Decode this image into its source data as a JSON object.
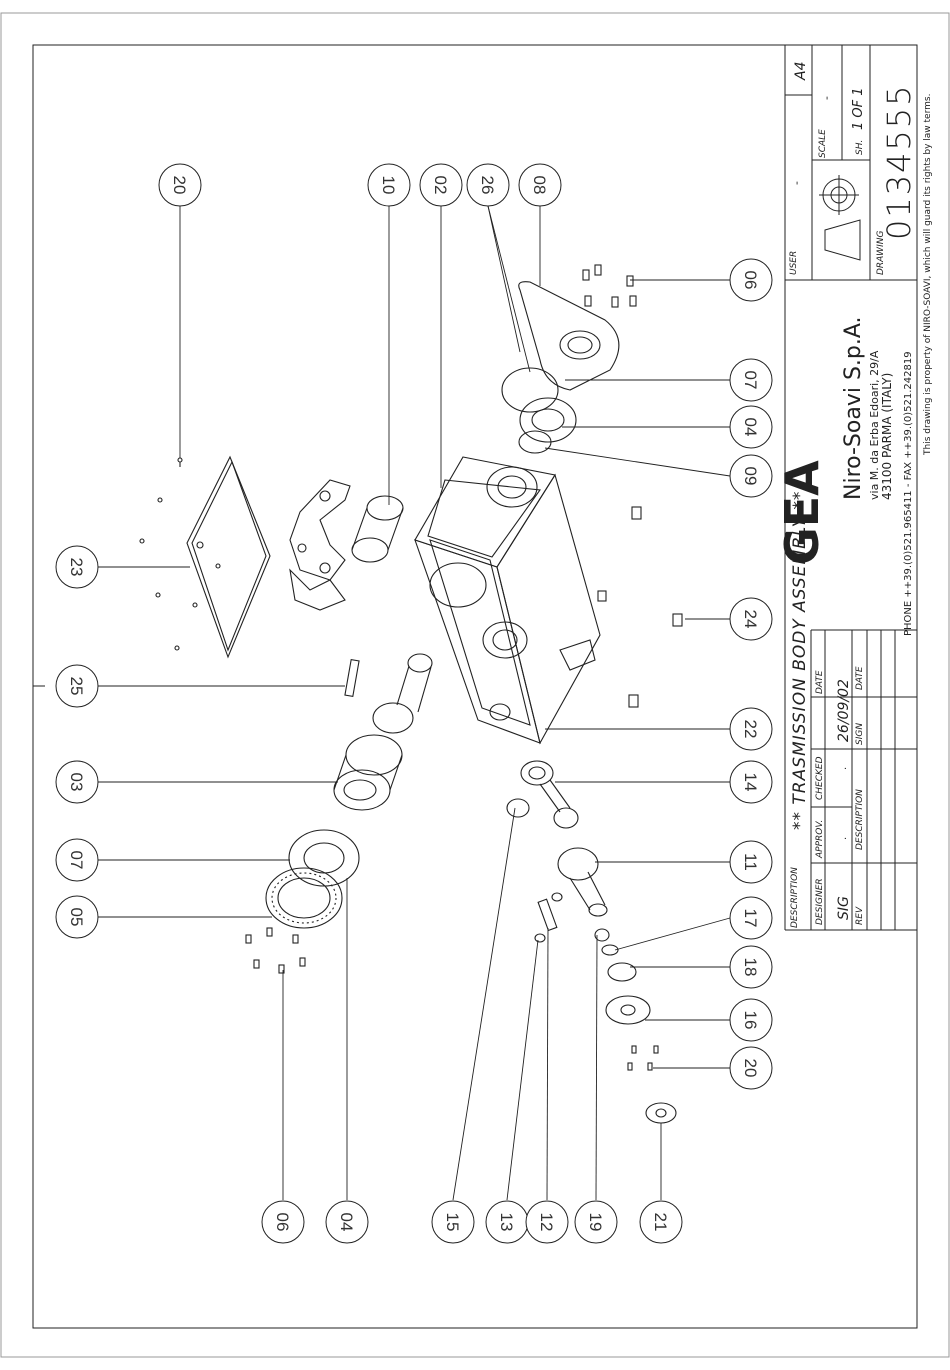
{
  "drawing": {
    "description_label": "DESCRIPTION",
    "description": "** TRASMISSION BODY ASSEMBLY **",
    "designer_label": "DESIGNER",
    "designer": "SIG",
    "approv_label": "APPROV.",
    "approv": ".",
    "checked_label": "CHECKED",
    "checked": ".",
    "date_label": "DATE",
    "date": "26/09/02",
    "rev_label": "REV",
    "rev_description_label": "DESCRIPTION",
    "sign_label": "SIGN",
    "rev_date_label": "DATE",
    "logo": "GEA",
    "company": "Niro-Soavi S.p.A.",
    "address1": "via M. da Erba Edoari, 29/A",
    "address2": "43100 PARMA (ITALY)",
    "phone": "PHONE ++39.(0)521.965411 - FAX ++39.(0)521.242819",
    "user_label": "USER",
    "user": "-",
    "scale_label": "SCALE",
    "scale": "-",
    "format": "A4",
    "sheet_label": "SH.",
    "sheet": "1 OF 1",
    "drawing_label": "DRAWING",
    "drawing_number": "0134555",
    "copyright": "This drawing is property of NIRO-SOAVI, which will guard its rights by law terms."
  },
  "balloons": [
    {
      "id": "b20a",
      "label": "20"
    },
    {
      "id": "b10",
      "label": "10"
    },
    {
      "id": "b02",
      "label": "02"
    },
    {
      "id": "b26",
      "label": "26"
    },
    {
      "id": "b08",
      "label": "08"
    },
    {
      "id": "b23",
      "label": "23"
    },
    {
      "id": "b25",
      "label": "25"
    },
    {
      "id": "b03",
      "label": "03"
    },
    {
      "id": "b07a",
      "label": "07"
    },
    {
      "id": "b05",
      "label": "05"
    },
    {
      "id": "b06a",
      "label": "06"
    },
    {
      "id": "b07b",
      "label": "07"
    },
    {
      "id": "b04a",
      "label": "04"
    },
    {
      "id": "b09",
      "label": "09"
    },
    {
      "id": "b24",
      "label": "24"
    },
    {
      "id": "b22",
      "label": "22"
    },
    {
      "id": "b14",
      "label": "14"
    },
    {
      "id": "b11",
      "label": "11"
    },
    {
      "id": "b17",
      "label": "17"
    },
    {
      "id": "b18",
      "label": "18"
    },
    {
      "id": "b16",
      "label": "16"
    },
    {
      "id": "b20b",
      "label": "20"
    },
    {
      "id": "b06b",
      "label": "06"
    },
    {
      "id": "b04b",
      "label": "04"
    },
    {
      "id": "b15",
      "label": "15"
    },
    {
      "id": "b13",
      "label": "13"
    },
    {
      "id": "b12",
      "label": "12"
    },
    {
      "id": "b19",
      "label": "19"
    },
    {
      "id": "b21",
      "label": "21"
    }
  ]
}
